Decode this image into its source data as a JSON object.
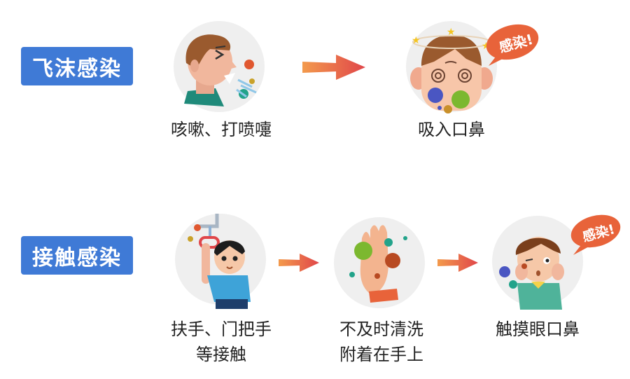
{
  "rows": [
    {
      "label": "飞沫感染",
      "steps": [
        {
          "caption_lines": [
            "咳嗽、打喷嚏"
          ],
          "illustration": "person-coughing"
        },
        {
          "caption_lines": [
            "吸入口鼻"
          ],
          "illustration": "dizzy-infected-face",
          "speech_bubble": "感染!"
        }
      ]
    },
    {
      "label": "接触感染",
      "steps": [
        {
          "caption_lines": [
            "扶手、门把手",
            "等接触"
          ],
          "illustration": "boy-holding-handrail"
        },
        {
          "caption_lines": [
            "不及时清洗",
            "附着在手上"
          ],
          "illustration": "hand-with-viruses"
        },
        {
          "caption_lines": [
            "触摸眼口鼻"
          ],
          "illustration": "boy-touching-face",
          "speech_bubble": "感染!"
        }
      ]
    }
  ],
  "colors": {
    "badge": "#3f7ad6",
    "arrow_start": "#f39a4c",
    "arrow_end": "#e0464a",
    "circle_bg": "#efefef",
    "bubble": "#e8633a"
  }
}
